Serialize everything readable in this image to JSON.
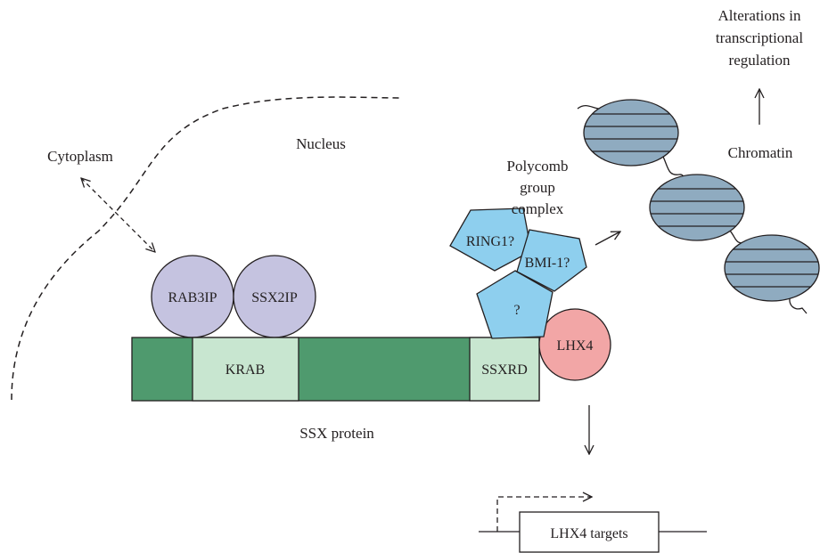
{
  "labels": {
    "cytoplasm": "Cytoplasm",
    "nucleus": "Nucleus",
    "ssx_protein": "SSX protein",
    "polycomb_line1": "Polycomb",
    "polycomb_line2": "group",
    "polycomb_line3": "complex",
    "chromatin": "Chromatin",
    "alterations_line1": "Alterations in",
    "alterations_line2": "transcriptional",
    "alterations_line3": "regulation"
  },
  "proteins": {
    "rab3ip": "RAB3IP",
    "ssx2ip": "SSX2IP",
    "ring1": "RING1?",
    "bmi1": "BMI-1?",
    "unknown": "?",
    "lhx4": "LHX4"
  },
  "domains": {
    "krab": "KRAB",
    "ssxrd": "SSXRD"
  },
  "targets": {
    "lhx4_targets": "LHX4 targets"
  },
  "colors": {
    "ssx_bar": "#4f9a6e",
    "domain_box": "#c8e6d0",
    "binding_circle": "#c5c3e0",
    "polycomb_pentagon": "#8ecfee",
    "lhx4_circle": "#f2a6a6",
    "nucleosome": "#8fabc0",
    "stroke": "#231f20"
  }
}
